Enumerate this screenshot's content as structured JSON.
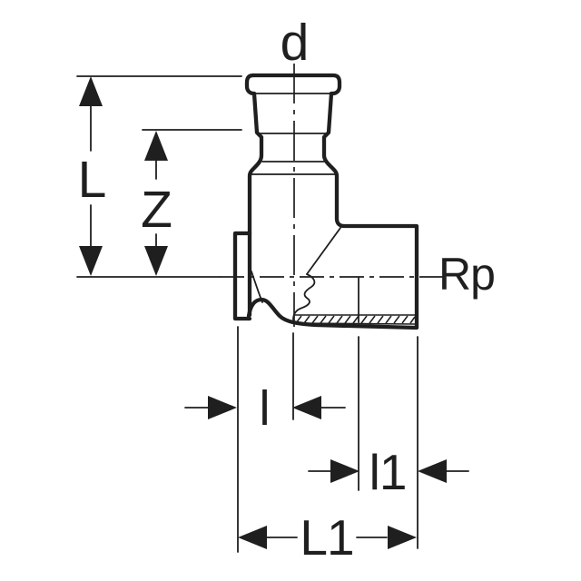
{
  "drawing": {
    "background_color": "#ffffff",
    "line_color": "#1f1f1f",
    "labels": {
      "d": "d",
      "L": "L",
      "Z": "Z",
      "Rp": "Rp",
      "l": "l",
      "l1": "l1",
      "L1": "L1"
    }
  }
}
